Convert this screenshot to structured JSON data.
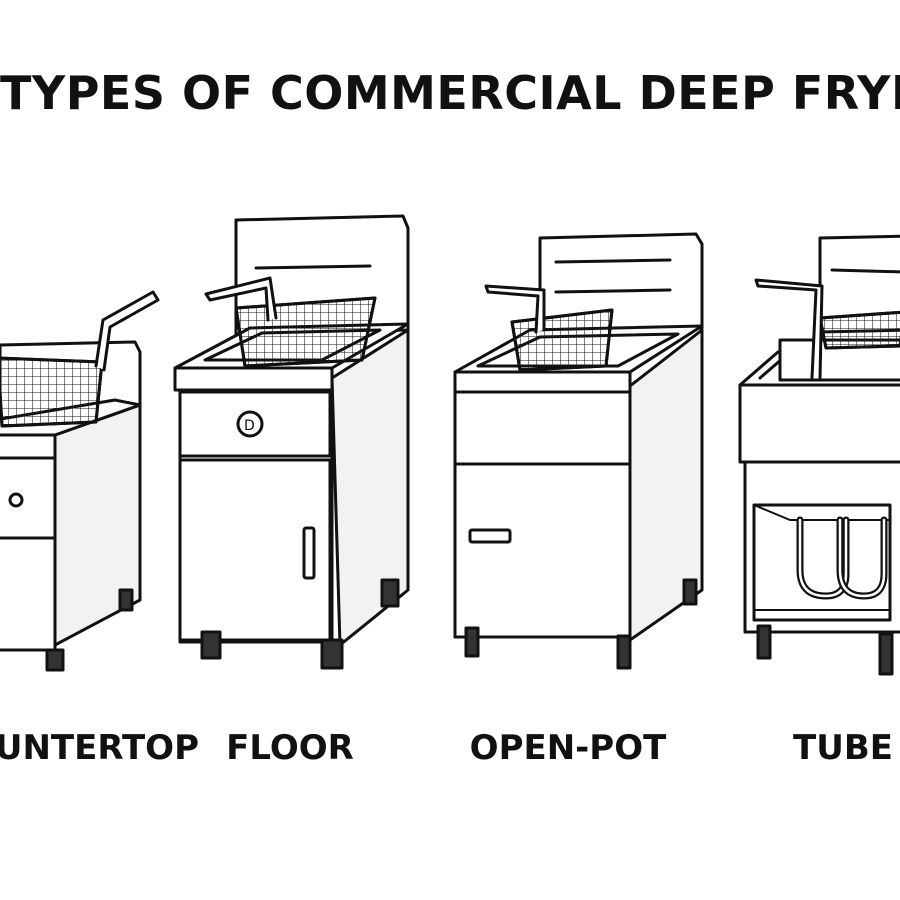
{
  "title": "TYPES OF COMMERCIAL DEEP FRYERS",
  "fryers": [
    {
      "label": "COUNTERTOP"
    },
    {
      "label": "FLOOR"
    },
    {
      "label": "OPEN-POT"
    },
    {
      "label": "TUBE"
    }
  ]
}
